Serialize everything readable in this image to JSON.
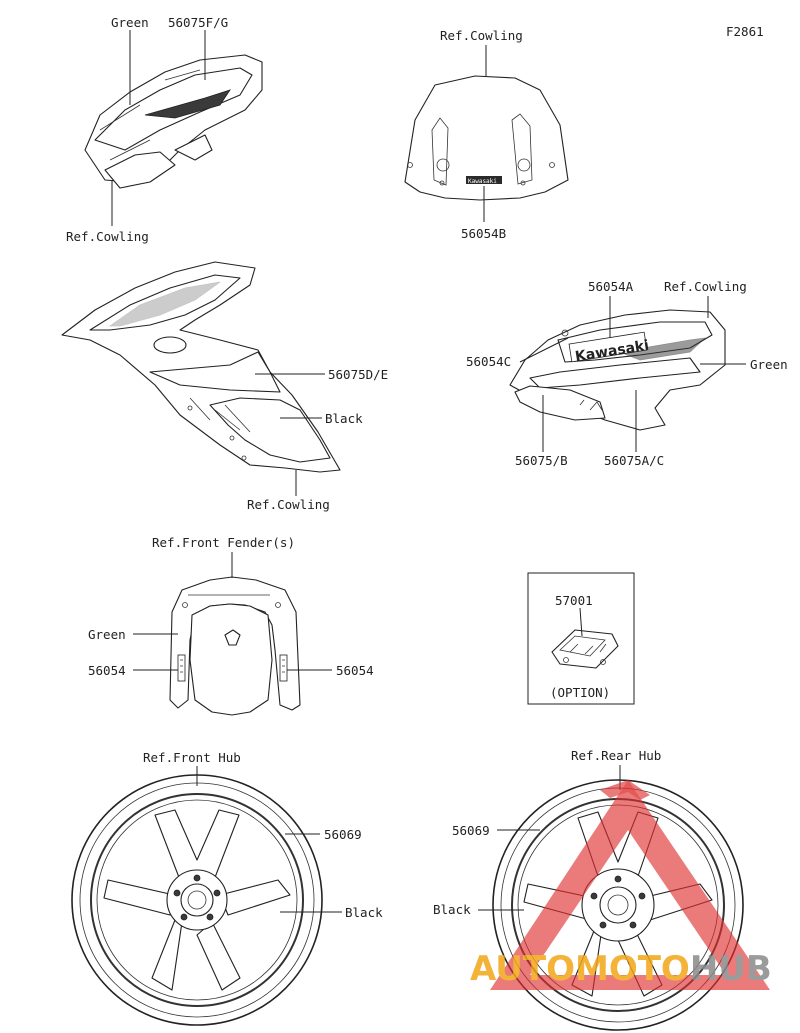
{
  "figure_id": "F2861",
  "labels": {
    "top_left_green": "Green",
    "top_left_part": "56075F/G",
    "top_left_ref": "Ref.Cowling",
    "windshield_ref": "Ref.Cowling",
    "windshield_part": "56054B",
    "windshield_logo": "Kawasaki",
    "side_part": "56075D/E",
    "side_black": "Black",
    "side_ref": "Ref.Cowling",
    "right_part_a": "56054A",
    "right_ref": "Ref.Cowling",
    "right_part_c": "56054C",
    "right_green": "Green",
    "right_part_b": "56075/B",
    "right_part_ac": "56075A/C",
    "right_logo": "Kawasaki",
    "fender_ref": "Ref.Front Fender(s)",
    "fender_green": "Green",
    "fender_left": "56054",
    "fender_right": "56054",
    "option_part": "57001",
    "option_label": "(OPTION)",
    "front_hub_ref": "Ref.Front Hub",
    "front_wheel_part": "56069",
    "front_black": "Black",
    "rear_hub_ref": "Ref.Rear Hub",
    "rear_wheel_part": "56069",
    "rear_black": "Black"
  },
  "watermark": {
    "part1": "AUTO",
    "part2": "MOTO",
    "part3": "HUB",
    "color_orange": "#f2a516",
    "color_gray": "#8a8a8a",
    "color_red": "#e03030"
  }
}
